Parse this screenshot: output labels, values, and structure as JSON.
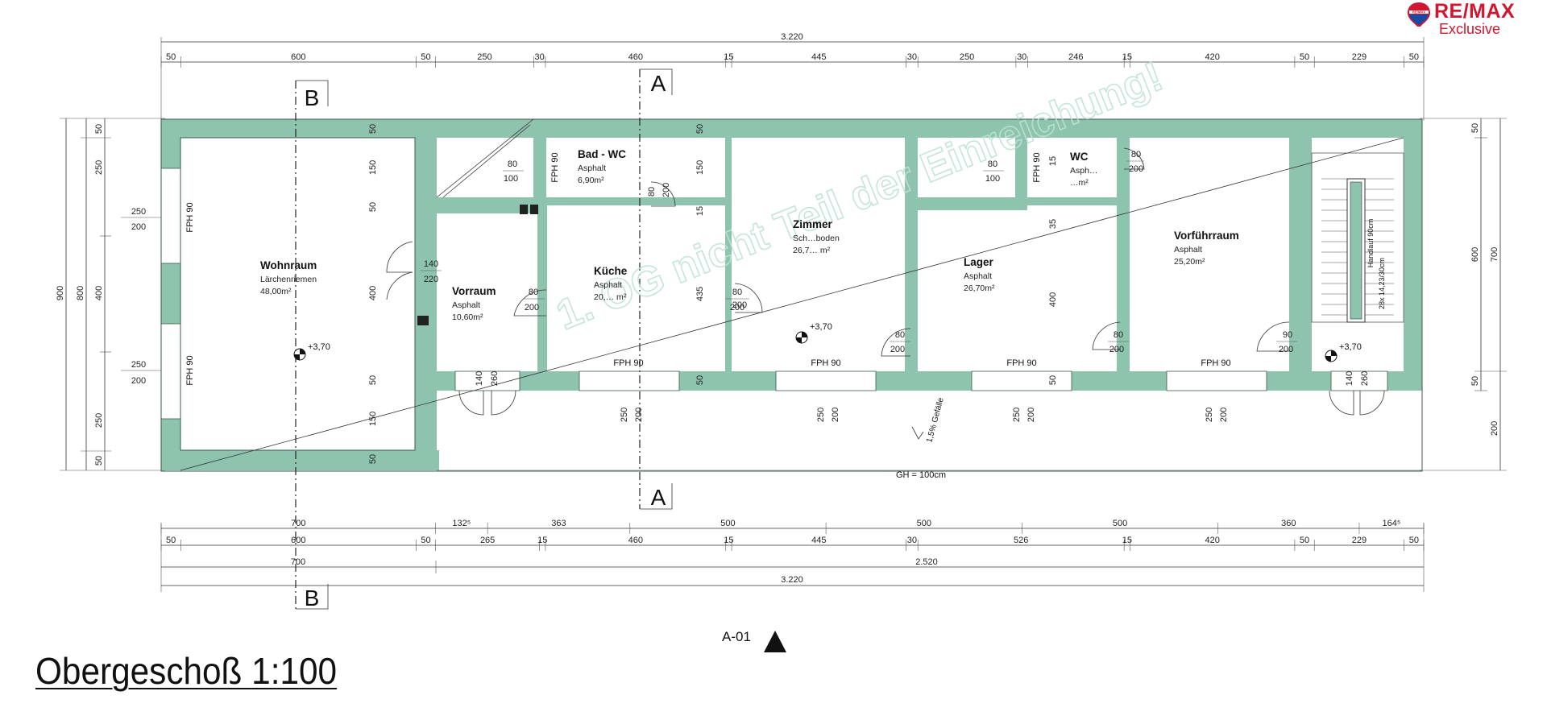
{
  "logo": {
    "brand": "RE/MAX",
    "sub": "Exclusive",
    "balloon_text": "RE/MAX"
  },
  "colors": {
    "wall": "#8ec4ae",
    "brand": "#d3162f",
    "watermark": "#bfe3d3"
  },
  "title": "Obergeschoß 1:100",
  "sheet_label": "A-01",
  "section_marks": {
    "b": "B",
    "a": "A"
  },
  "watermark_text": "1. OG nicht Teil der Einreichung!",
  "gh_label": "GH = 100cm",
  "slope_label": "1,5% Gefälle",
  "stair_label_1": "Handlauf 90cm",
  "stair_label_2": "28x 14,23/30cm",
  "top_dims": {
    "total": "3.220",
    "segments": [
      "50",
      "600",
      "50",
      "250",
      "30",
      "460",
      "15",
      "445",
      "30",
      "250",
      "30",
      "246",
      "15",
      "420",
      "50",
      "229",
      "50"
    ]
  },
  "bottom_dims": {
    "row1": [
      "700",
      "132⁵",
      "363",
      "500",
      "500",
      "500",
      "360",
      "164⁵"
    ],
    "row2": [
      "50",
      "600",
      "50",
      "265",
      "15",
      "460",
      "15",
      "445",
      "30",
      "526",
      "15",
      "420",
      "50",
      "229",
      "50"
    ],
    "row3": [
      "700",
      "2.520"
    ],
    "total": "3.220"
  },
  "left_dims": {
    "outer": "900",
    "mid": "800",
    "inner": [
      "50",
      "250",
      "400",
      "250",
      "50"
    ],
    "windows": [
      [
        "250",
        "200"
      ],
      [
        "250",
        "200"
      ]
    ]
  },
  "right_dims": {
    "inner": [
      "50",
      "600",
      "50"
    ],
    "outer": [
      "700",
      "200"
    ]
  },
  "rooms": [
    {
      "name": "Wohnraum",
      "floor": "Lärchenriemen",
      "area": "48,00m²"
    },
    {
      "name": "Vorraum",
      "floor": "Asphalt",
      "area": "10,60m²"
    },
    {
      "name": "Bad - WC",
      "floor": "Asphalt",
      "area": "6,90m²"
    },
    {
      "name": "Küche",
      "floor": "Asphalt",
      "area": "20,… m²"
    },
    {
      "name": "Zimmer",
      "floor": "Sch…boden",
      "area": "26,7… m²"
    },
    {
      "name": "Lager",
      "floor": "Asphalt",
      "area": "26,70m²"
    },
    {
      "name": "WC",
      "floor": "Asph…",
      "area": "…m²"
    },
    {
      "name": "Vorführraum",
      "floor": "Asphalt",
      "area": "25,20m²"
    }
  ],
  "levels": [
    "+3,70",
    "+3,70",
    "+3,70"
  ],
  "windows": [
    "FPH 90",
    "FPH 90",
    "FPH 90",
    "FPH 90",
    "FPH 90",
    "FPH 90",
    "FPH 90",
    "FPH 90"
  ],
  "doors": [
    [
      "140",
      "220"
    ],
    [
      "80",
      "200"
    ],
    [
      "80",
      "100"
    ],
    [
      "80",
      "200"
    ],
    [
      "80",
      "200"
    ],
    [
      "80",
      "100"
    ],
    [
      "80",
      "200"
    ],
    [
      "80",
      "200"
    ],
    [
      "90",
      "200"
    ],
    [
      "80",
      "200"
    ],
    [
      "80",
      "200"
    ]
  ],
  "door_heights": [
    [
      "140",
      "260"
    ],
    [
      "140",
      "260"
    ]
  ],
  "wall_dims": [
    "50",
    "150",
    "50",
    "400",
    "50",
    "150",
    "50",
    "50",
    "150",
    "15",
    "435",
    "50",
    "35",
    "400",
    "50",
    "15"
  ],
  "sill_dims": [
    [
      "250",
      "200"
    ],
    [
      "250",
      "200"
    ],
    [
      "250",
      "200"
    ],
    [
      "250",
      "200"
    ]
  ]
}
